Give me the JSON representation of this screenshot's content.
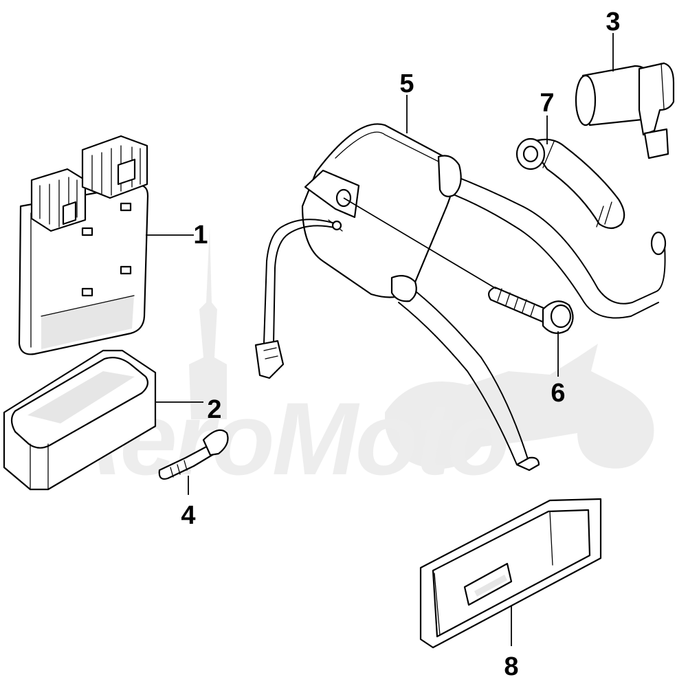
{
  "diagram": {
    "callouts": [
      {
        "id": "1",
        "label": "1"
      },
      {
        "id": "2",
        "label": "2"
      },
      {
        "id": "3",
        "label": "3"
      },
      {
        "id": "4",
        "label": "4"
      },
      {
        "id": "5",
        "label": "5"
      },
      {
        "id": "6",
        "label": "6"
      },
      {
        "id": "7",
        "label": "7"
      },
      {
        "id": "8",
        "label": "8"
      }
    ],
    "watermark": {
      "text": "AeroMoto"
    },
    "colors": {
      "line": "#000000",
      "background": "#ffffff",
      "watermark": "#ececec"
    }
  }
}
